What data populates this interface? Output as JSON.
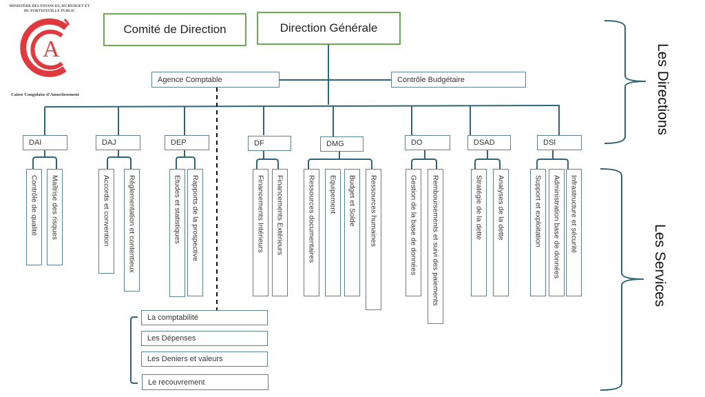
{
  "logo": {
    "ministry": "MINISTÈRE DES FINANCES, DU BUDGET ET DU PORTEFEUILLE PUBLIC",
    "caption": "Caisse Congolaise d'Amortissement",
    "colors": {
      "primary": "#e03a3e"
    }
  },
  "top": {
    "committee": "Comité de Direction",
    "general_direction": "Direction Générale"
  },
  "staff": {
    "agency": "Agence Comptable",
    "budget_control": "Contrôle Budgétaire"
  },
  "directions": [
    {
      "code": "DAI",
      "services": [
        "Contrôle de qualité",
        "Maîtrise des risques"
      ]
    },
    {
      "code": "DAJ",
      "services": [
        "Accords et convention",
        "Réglementation et contentieux"
      ]
    },
    {
      "code": "DEP",
      "services": [
        "Etudes et statistiques",
        "Rapports de la prospective"
      ]
    },
    {
      "code": "DF",
      "services": [
        "Financements Intérieurs",
        "Financements Extérieurs"
      ]
    },
    {
      "code": "DMG",
      "services": [
        "Ressources documentaires",
        "Equipement",
        "Budget et Solde",
        "Ressources humaines"
      ]
    },
    {
      "code": "DO",
      "services": [
        "Gestion de la base de données",
        "Remboursements et suivi des paiements"
      ]
    },
    {
      "code": "DSAD",
      "services": [
        "Stratégie de la dette",
        "Analyses de la dette"
      ]
    },
    {
      "code": "DSI",
      "services": [
        "Support et exploitation",
        "Administration base de données",
        "Infrastructure et sécurité"
      ]
    }
  ],
  "agency_services": [
    "La comptabilité",
    "Les Dépenses",
    "Les Deniers et valeurs",
    "Le recouvrement"
  ],
  "side_labels": {
    "directions": "Les Directions",
    "services": "Les Services"
  },
  "colors": {
    "connector": "#2e6377",
    "box_border": "#5b7f8f",
    "top_border": "#6aa84f"
  }
}
